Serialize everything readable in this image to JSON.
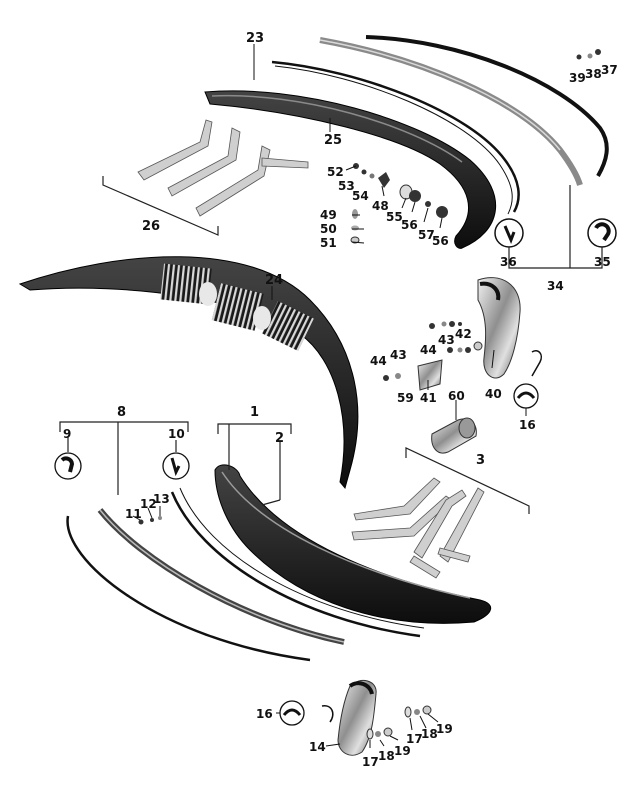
{
  "diagram": {
    "labels": {
      "p1": "1",
      "p2": "2",
      "p3": "3",
      "p8": "8",
      "p9": "9",
      "p10": "10",
      "p11": "11",
      "p12": "12",
      "p13": "13",
      "p14": "14",
      "p16a": "16",
      "p16b": "16",
      "p17a": "17",
      "p17b": "17",
      "p18a": "18",
      "p18b": "18",
      "p19a": "19",
      "p19b": "19",
      "p23": "23",
      "p24": "24",
      "p25": "25",
      "p26": "26",
      "p34": "34",
      "p35": "35",
      "p36": "36",
      "p37": "37",
      "p38": "38",
      "p39": "39",
      "p40": "40",
      "p41": "41",
      "p42": "42",
      "p43a": "43",
      "p43b": "43",
      "p44a": "44",
      "p44b": "44",
      "p48": "48",
      "p49": "49",
      "p50": "50",
      "p51": "51",
      "p52": "52",
      "p53": "53",
      "p54": "54",
      "p55": "55",
      "p56a": "56",
      "p56b": "56",
      "p57": "57",
      "p59": "59",
      "p60": "60"
    }
  }
}
